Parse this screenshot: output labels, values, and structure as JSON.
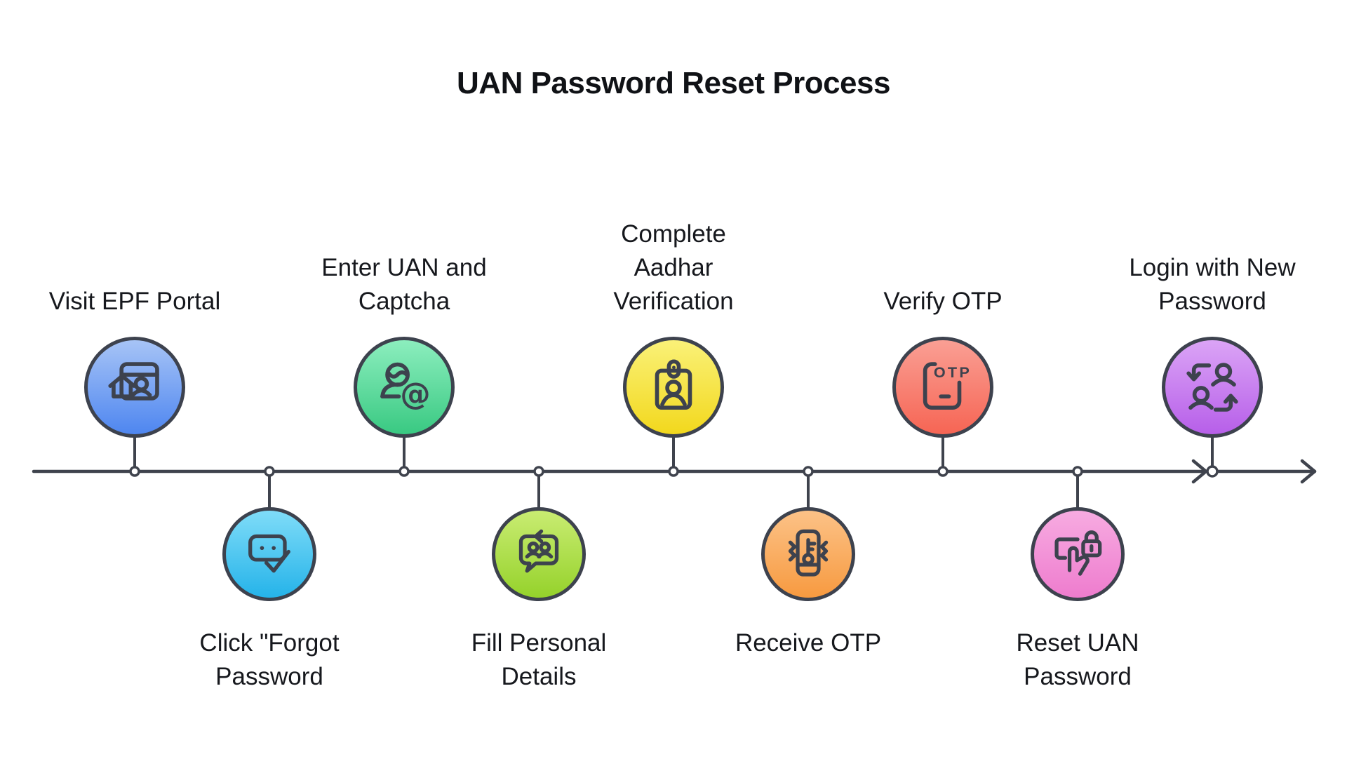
{
  "title": "UAN Password Reset Process",
  "colors": {
    "background": "#ffffff",
    "line": "#3f434d",
    "ink": "#3d424e",
    "title": "#101216",
    "label": "#16181d"
  },
  "timeline": {
    "flow": "left-to-right",
    "steps": [
      {
        "label": "Visit EPF Portal",
        "side": "top",
        "icon": "browser-user-icon",
        "color_top": "#a7c4f6",
        "color_bottom": "#4e86f0"
      },
      {
        "label": "Click \"Forgot\nPassword",
        "side": "bottom",
        "icon": "password-check-icon",
        "color_top": "#7fdcf8",
        "color_bottom": "#25b3e9"
      },
      {
        "label": "Enter UAN and\nCaptcha",
        "side": "top",
        "icon": "user-at-icon",
        "color_top": "#8ceebe",
        "color_bottom": "#39c982"
      },
      {
        "label": "Fill Personal\nDetails",
        "side": "bottom",
        "icon": "chat-users-icon",
        "color_top": "#c9ec72",
        "color_bottom": "#95d22b"
      },
      {
        "label": "Complete\nAadhar\nVerification",
        "side": "top",
        "icon": "id-badge-icon",
        "color_top": "#faf178",
        "color_bottom": "#f2d81d"
      },
      {
        "label": "Receive OTP",
        "side": "bottom",
        "icon": "phone-key-icon",
        "color_top": "#fcc287",
        "color_bottom": "#f79a40"
      },
      {
        "label": "Verify OTP",
        "side": "top",
        "icon": "phone-otp-icon",
        "color_top": "#fa9f94",
        "color_bottom": "#f66554"
      },
      {
        "label": "Reset UAN\nPassword",
        "side": "bottom",
        "icon": "tap-lock-icon",
        "color_top": "#f7abe1",
        "color_bottom": "#ee7cce"
      },
      {
        "label": "Login with New\nPassword",
        "side": "top",
        "icon": "users-swap-icon",
        "color_top": "#dba4f6",
        "color_bottom": "#b75fe9"
      }
    ]
  }
}
